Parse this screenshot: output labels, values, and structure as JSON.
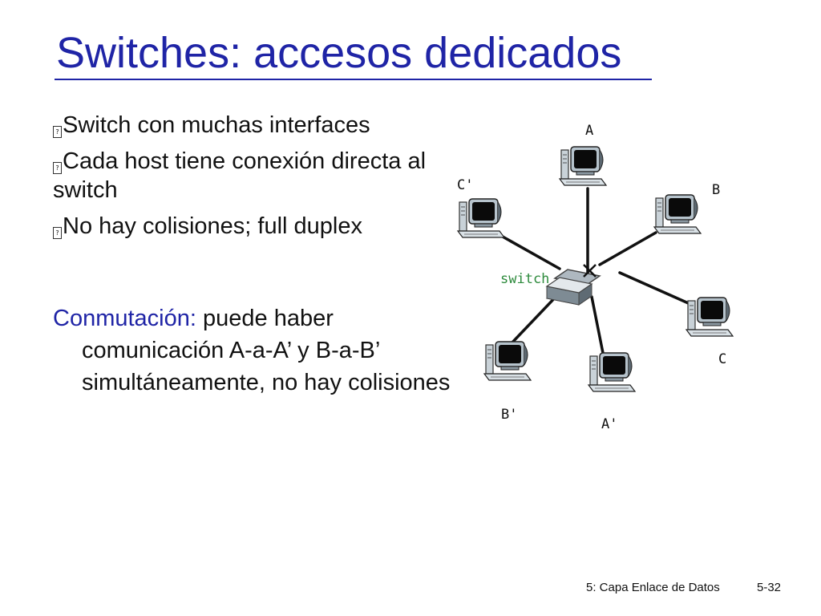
{
  "slide": {
    "title": "Switches: accesos dedicados",
    "bullets": [
      {
        "text": "Switch con muchas interfaces"
      },
      {
        "text": "Cada host tiene conexión directa al switch"
      },
      {
        "text": "No hay colisiones; full duplex"
      }
    ],
    "note": {
      "keyword": "Conmutación:",
      "first": " puede haber",
      "rest": "comunicación A-a-A’ y B-a-B’ simultáneamente, no hay colisiones"
    }
  },
  "diagram": {
    "switch_label": "switch",
    "switch_label_color": "#2e8b3d",
    "hosts": [
      "A",
      "B",
      "C",
      "A'",
      "B'",
      "C'"
    ]
  },
  "footer": {
    "chapter": "5: Capa Enlace de Datos",
    "page": "5-32"
  }
}
